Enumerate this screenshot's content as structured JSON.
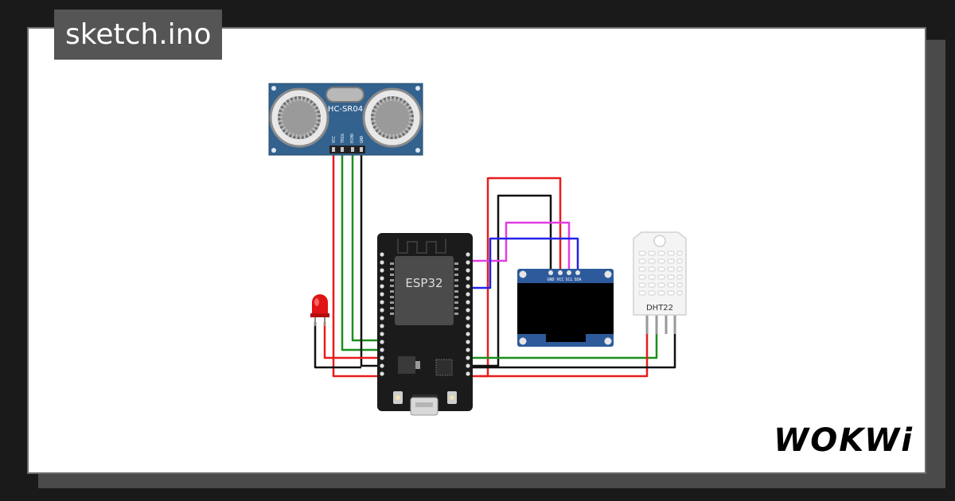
{
  "title": "sketch.ino",
  "brand": "WOKWi",
  "components": {
    "ultrasonic": {
      "label": "HC-SR04",
      "pins": [
        "VCC",
        "TRIG",
        "ECHO",
        "GND"
      ]
    },
    "mcu": {
      "label": "ESP32"
    },
    "oled": {
      "pins": [
        "GND",
        "VCC",
        "SCL",
        "SDA"
      ]
    },
    "sensor": {
      "label": "DHT22"
    }
  },
  "colors": {
    "background": "#1a1a1a",
    "tag": "#555555",
    "wire_red": "#e81c1c",
    "wire_green": "#1a8f1a",
    "wire_black": "#111111",
    "wire_magenta": "#e33ce3",
    "wire_blue": "#2222e8",
    "board_blue": "#33628e",
    "esp_board": "#1b1b1b"
  }
}
